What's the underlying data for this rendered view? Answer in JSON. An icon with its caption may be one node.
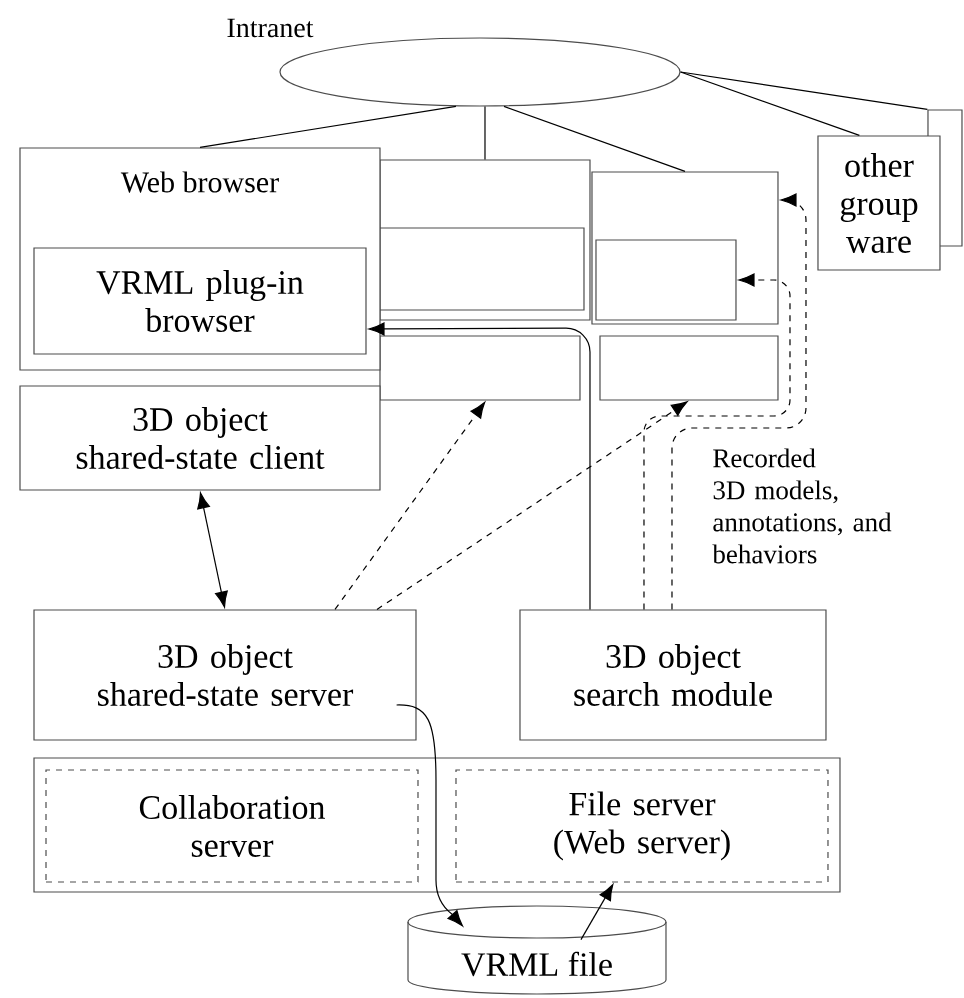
{
  "diagram": {
    "nodes": [
      {
        "text": [
          "Intranet"
        ]
      },
      {
        "text": [
          "Web browser"
        ]
      },
      {
        "text": [
          "VRML plug-in browser"
        ],
        "in": 1
      },
      {
        "text": [],
        "shape": "box"
      },
      {
        "text": [],
        "shape": "box",
        "in": 3
      },
      {
        "text": [],
        "shape": "box"
      },
      {
        "text": [],
        "shape": "box",
        "in": 5
      },
      {
        "text": [],
        "shape": "box"
      },
      {
        "text": [],
        "shape": "box"
      },
      {
        "text": [
          "other group ware"
        ]
      },
      {
        "text": [],
        "shape": "box"
      },
      {
        "text": [
          "3D object shared-state client"
        ]
      },
      {
        "text": [
          "3D object shared-state server"
        ]
      },
      {
        "text": [
          "3D object search module"
        ]
      },
      {
        "text": [],
        "shape": "box"
      },
      {
        "text": [
          "Collaboration server"
        ],
        "in": 14
      },
      {
        "text": [
          "File server (Web server)"
        ],
        "in": 14
      },
      {
        "text": [
          "VRML file"
        ]
      }
    ],
    "edges": [
      {
        "from": 0,
        "to": 1,
        "arrow": "none"
      },
      {
        "from": 0,
        "to": 3,
        "arrow": "none"
      },
      {
        "from": 0,
        "to": 5,
        "arrow": "none"
      },
      {
        "from": 0,
        "to": 9,
        "arrow": "none"
      },
      {
        "from": 0,
        "to": 10,
        "arrow": "none"
      },
      {
        "from": 11,
        "to": 12,
        "arrow": "both"
      },
      {
        "from": 12,
        "to": 7,
        "arrow": "to",
        "style": "dashed"
      },
      {
        "from": 12,
        "to": 8,
        "arrow": "to",
        "style": "dashed"
      },
      {
        "from": 13,
        "to": 2,
        "arrow": "to"
      },
      {
        "from": 13,
        "to": 6,
        "arrow": "to",
        "style": "dashed"
      },
      {
        "from": 13,
        "to": 5,
        "arrow": "to",
        "style": "dashed"
      },
      {
        "from": 12,
        "to": 17,
        "arrow": "to"
      },
      {
        "from": 17,
        "to": 16,
        "arrow": "to"
      }
    ],
    "labels": [
      "Recorded 3D models, annotations, and behaviors"
    ]
  }
}
